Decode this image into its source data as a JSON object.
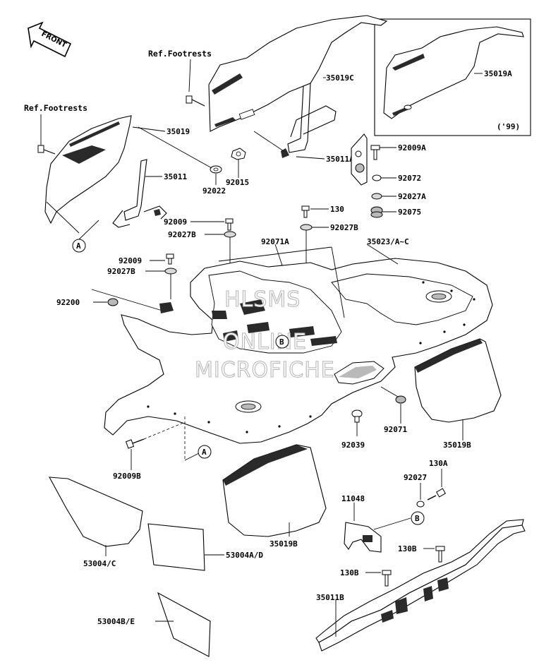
{
  "labels": {
    "ref_footrests_top": "Ref.Footrests",
    "ref_footrests_left": "Ref.Footrests",
    "p35019C": "35019C",
    "p35019A": "35019A",
    "year_99": "('99)",
    "p35019": "35019",
    "p35011": "35011",
    "p92022": "92022",
    "p92015": "92015",
    "p35011A": "35011A",
    "p92009A": "92009A",
    "p92072": "92072",
    "p92027A": "92027A",
    "p92075": "92075",
    "p130": "130",
    "p92027B_right": "92027B",
    "p92009_a": "92009",
    "p92027B_a": "92027B",
    "p92071A": "92071A",
    "p35023": "35023/A~C",
    "p92009_b": "92009",
    "p92027B_b": "92027B",
    "p92200": "92200",
    "p92039": "92039",
    "p92071": "92071",
    "p35019B_right": "35019B",
    "p92009B": "92009B",
    "p92027": "92027",
    "p130A": "130A",
    "p11048": "11048",
    "p35019B_center": "35019B",
    "p130B_a": "130B",
    "p130B_b": "130B",
    "p53004C": "53004/C",
    "p53004AD": "53004A/D",
    "p35011B": "35011B",
    "p53004BE": "53004B/E"
  },
  "callouts": {
    "A": "A",
    "B": "B"
  },
  "front_arrow": "FRONT",
  "watermark": [
    "HLSMS",
    "ONLINE",
    "MICROFICHE"
  ]
}
